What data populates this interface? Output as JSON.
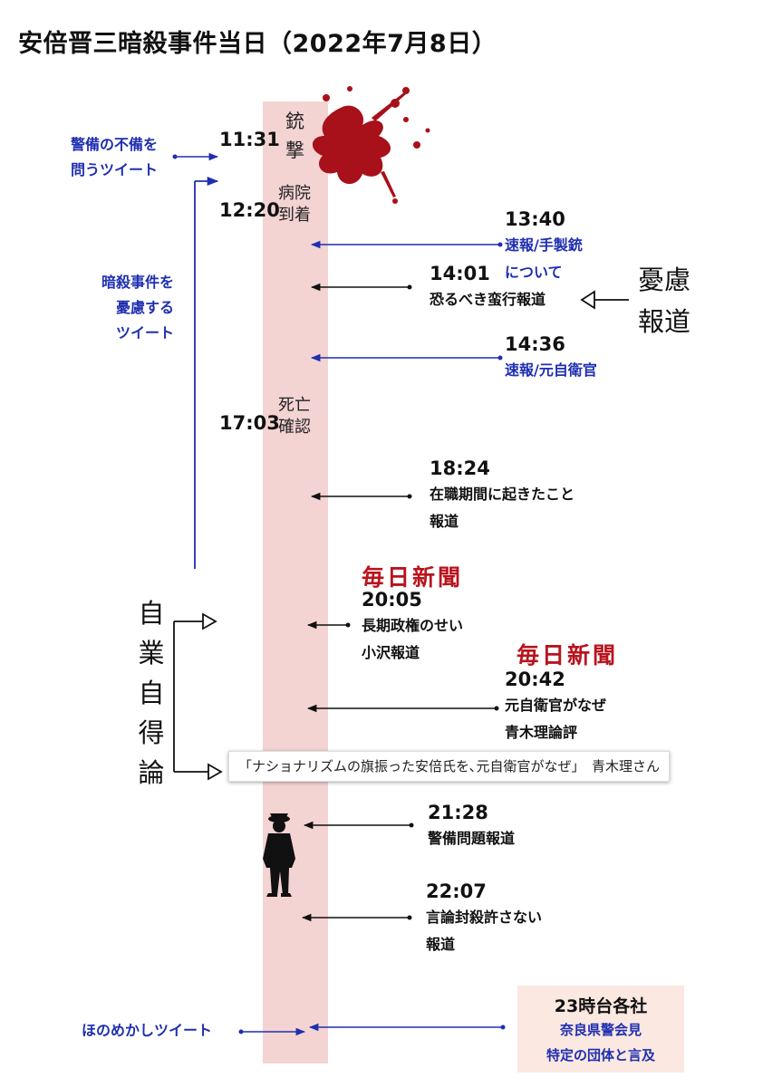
{
  "title": "安倍晋三暗殺事件当日（2022年7月8日）",
  "bar_labels": {
    "shooting": [
      "銃",
      "撃"
    ],
    "hospital": [
      "病院",
      "到着"
    ],
    "death": [
      "死亡",
      "確認"
    ]
  },
  "times_left": {
    "t1131": "11:31",
    "t1220": "12:20",
    "t1703": "17:03"
  },
  "events": {
    "e1340": {
      "time": "13:40",
      "lines": [
        "速報/手製銃",
        "について"
      ]
    },
    "e1401": {
      "time": "14:01",
      "lines": [
        "恐るべき蛮行報道"
      ]
    },
    "e1436": {
      "time": "14:36",
      "lines": [
        "速報/元自衛官"
      ]
    },
    "e1824": {
      "time": "18:24",
      "lines": [
        "在職期間に起きたこと",
        "報道"
      ]
    },
    "e2005": {
      "paper": "毎日新聞",
      "time": "20:05",
      "lines": [
        "長期政権のせい",
        "小沢報道"
      ]
    },
    "e2042": {
      "paper": "毎日新聞",
      "time": "20:42",
      "lines": [
        "元自衛官がなぜ",
        "青木理論評"
      ]
    },
    "e2128": {
      "time": "21:28",
      "lines": [
        "警備問題報道"
      ]
    },
    "e2207": {
      "time": "22:07",
      "lines": [
        "言論封殺許さない",
        "報道"
      ]
    }
  },
  "notes": {
    "security_tweet": [
      "警備の不備を",
      "問うツイート"
    ],
    "concern_tweet": [
      "暗殺事件を",
      "憂慮する",
      "ツイート"
    ],
    "hint_tweet": "ほのめかしツイート",
    "concern_report": [
      "憂慮",
      "報道"
    ],
    "self_responsibility": [
      "自",
      "業",
      "自",
      "得",
      "論"
    ]
  },
  "quote": "「ナショナリズムの旗振った安倍氏を､元自衛官がなぜ」　青木理さん",
  "final_box": {
    "title": "23時台各社",
    "lines": [
      "奈良県警会見",
      "特定の団体と言及"
    ]
  },
  "colors": {
    "bar": "#f4d3d3",
    "blue": "#1f2fb0",
    "red": "#b8141e",
    "blood": "#a8101a"
  },
  "icons": [
    "blood-splatter-icon",
    "police-officer-silhouette-icon"
  ]
}
